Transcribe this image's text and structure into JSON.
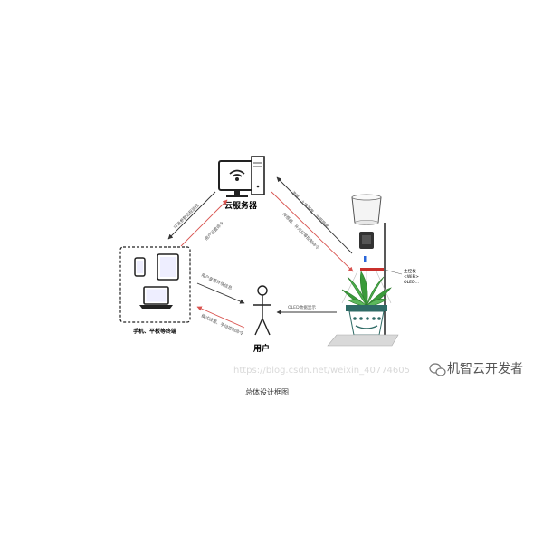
{
  "nodes": {
    "cloud_server": "云服务器",
    "devices": "手机、平板等终端",
    "user": "用户",
    "controller": [
      "主控板",
      "<WiFi>",
      "OLED..."
    ]
  },
  "flows": {
    "devices_to_server": "环境参数远程监控",
    "server_to_devices": "用户设置命令",
    "server_to_hw_a": "温度、土壤湿度、光照强度、",
    "server_to_hw_b": "传感器、补光灯等控制命令",
    "devices_to_user": "用户查看环境信息",
    "user_to_devices": "模式设置、手动控制命令",
    "hw_to_user": "OLED数据显示"
  },
  "caption": "总体设计框图",
  "watermark": "https://blog.csdn.net/weixin_40774605",
  "brand": "机智云开发者",
  "colors": {
    "red_arrow": "#d9534f",
    "dark": "#333333",
    "leaf": "#3a9a3a",
    "pot": "#2f6b66"
  }
}
